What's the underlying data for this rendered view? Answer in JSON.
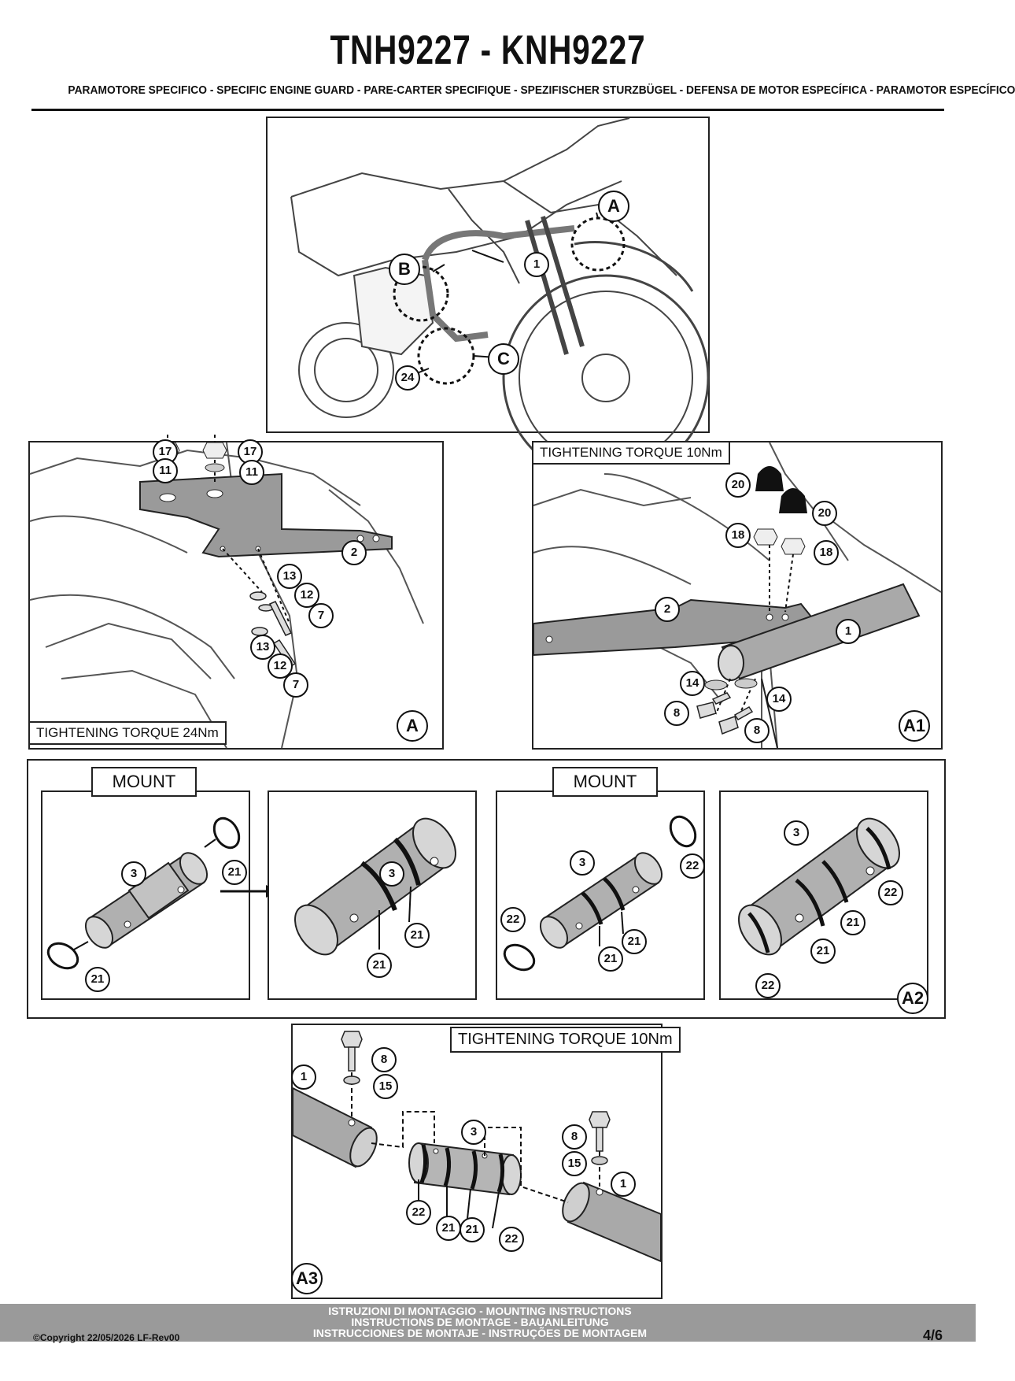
{
  "header": {
    "title": "TNH9227 - KNH9227",
    "subtitle": "PARAMOTORE SPECIFICO  -  SPECIFIC ENGINE GUARD - PARE-CARTER SPECIFIQUE - SPEZIFISCHER STURZBÜGEL - DEFENSA DE MOTOR ESPECÍFICA - PARAMOTOR ESPECÍFICO"
  },
  "overview": {
    "callouts": [
      "A",
      "B",
      "C",
      "1",
      "24"
    ]
  },
  "panel_a": {
    "torque": "TIGHTENING TORQUE 24Nm",
    "tag": "A",
    "callouts": [
      "17",
      "17",
      "11",
      "11",
      "2",
      "13",
      "12",
      "7",
      "13",
      "12",
      "7"
    ]
  },
  "panel_a1": {
    "torque": "TIGHTENING TORQUE 10Nm",
    "tag": "A1",
    "callouts": [
      "20",
      "20",
      "18",
      "18",
      "2",
      "1",
      "14",
      "14",
      "8",
      "8"
    ]
  },
  "mount_row": {
    "mount_label_1": "MOUNT",
    "mount_label_2": "MOUNT",
    "tag": "A2",
    "p1_callouts": [
      "3",
      "21",
      "21"
    ],
    "p2_callouts": [
      "3",
      "21",
      "21"
    ],
    "p3_callouts": [
      "3",
      "22",
      "22",
      "21",
      "21"
    ],
    "p4_callouts": [
      "3",
      "22",
      "21",
      "21",
      "22"
    ]
  },
  "panel_a3": {
    "torque": "TIGHTENING TORQUE 10Nm",
    "tag": "A3",
    "callouts": [
      "1",
      "8",
      "15",
      "3",
      "8",
      "15",
      "1",
      "22",
      "21",
      "21",
      "22"
    ]
  },
  "footer": {
    "line1": "ISTRUZIONI DI MONTAGGIO  -  MOUNTING INSTRUCTIONS",
    "line2": "INSTRUCTIONS DE MONTAGE - BAUANLEITUNG",
    "line3": "INSTRUCCIONES DE MONTAJE - INSTRUÇÕES DE MONTAGEM",
    "copyright": "©Copyright 22/05/2026 LF-Rev00",
    "page": "4/6"
  }
}
